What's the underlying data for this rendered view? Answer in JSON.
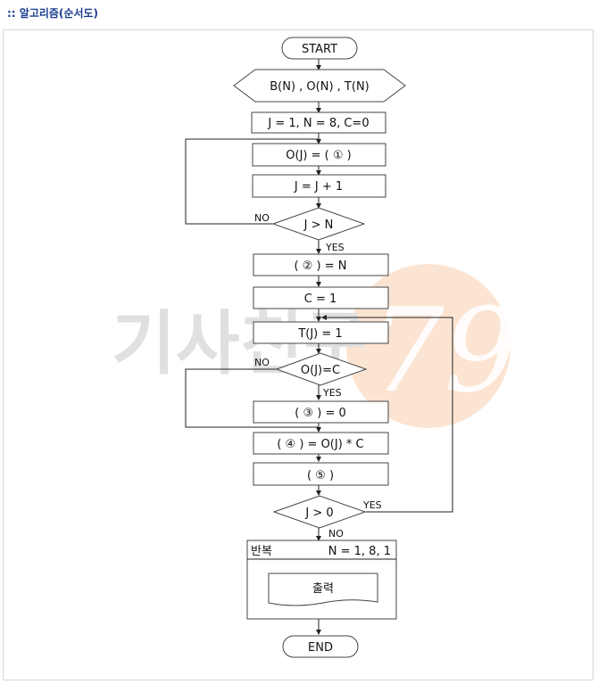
{
  "header": {
    "title": ":: 알고리즘(순서도)"
  },
  "flowchart": {
    "start": "START",
    "declare": "B(N) , O(N) , T(N)",
    "init": "J = 1, N = 8, C=0",
    "assign_o": "O(J) = ( ① )",
    "incr_j": "J = J + 1",
    "cond_j_gt_n": "J > N",
    "cond1_no": "NO",
    "cond1_yes": "YES",
    "blank2": "( ② ) = N",
    "c_eq_1": "C = 1",
    "t_eq_1": "T(J) = 1",
    "cond_oj_c": "O(J)=C",
    "cond2_no": "NO",
    "cond2_yes": "YES",
    "blank3": "( ③ ) = 0",
    "blank4": "( ④ ) = O(J) * C",
    "blank5": "( ⑤ )",
    "cond_j_gt_0": "J > 0",
    "cond3_yes": "YES",
    "cond3_no": "NO",
    "loop_label": "반복",
    "loop_range": "N = 1, 8, 1",
    "output": "출력",
    "end": "END"
  },
  "watermark": {
    "text": "기사친구",
    "number": "79",
    "color": "#f3b98a"
  }
}
